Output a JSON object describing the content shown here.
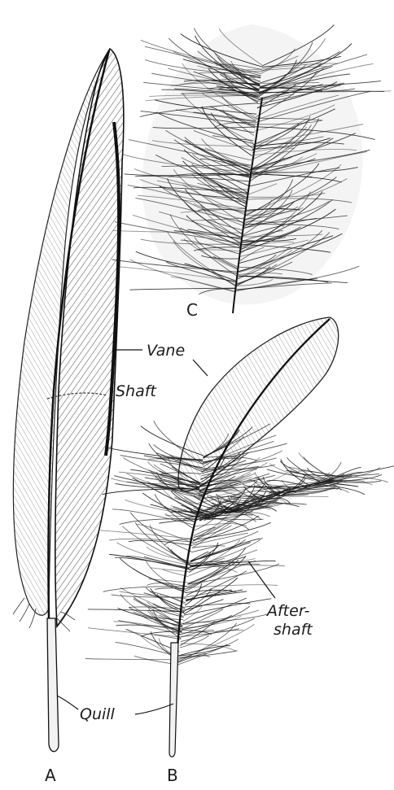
{
  "figure": {
    "letters": {
      "a": "A",
      "b": "B",
      "c": "C"
    },
    "labels": {
      "vane": "Vane",
      "shaft": "Shaft",
      "aftershaft_line1": "After-",
      "aftershaft_line2": "shaft",
      "quill": "Quill"
    },
    "colors": {
      "ink": "#1a1a1a",
      "paper": "#ffffff",
      "shade": "#d8d8d8"
    }
  }
}
